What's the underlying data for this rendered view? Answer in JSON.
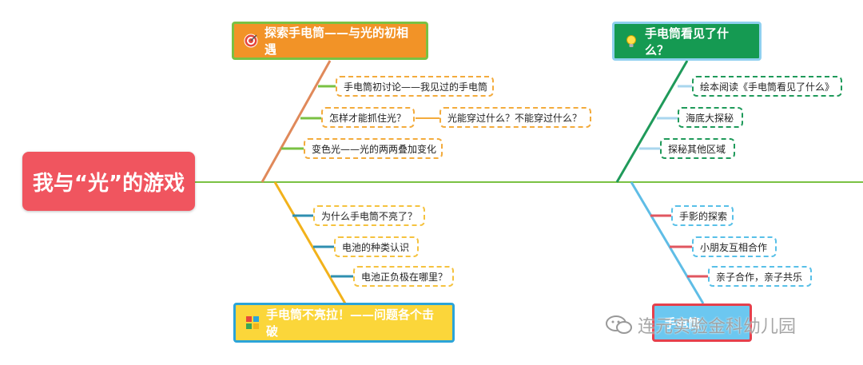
{
  "root": {
    "title": "我与“光”的游戏"
  },
  "topics": {
    "t1": {
      "label": "探索手电筒——与光的初相遇",
      "icon": "target-icon"
    },
    "t2": {
      "label": "手电筒看见了什么？",
      "icon": "bulb-icon"
    },
    "t3": {
      "label": "手电筒不亮拉！——问题各个击破",
      "icon": "grid-icon"
    },
    "t4": {
      "label": "手电筒"
    }
  },
  "branch1": [
    "手电筒初讨论——我见过的手电筒",
    "怎样才能抓住光？",
    "光能穿过什么？不能穿过什么？",
    "变色光——光的两两叠加变化"
  ],
  "branch2": [
    "绘本阅读《手电筒看见了什么》",
    "海底大探秘",
    "探秘其他区域"
  ],
  "branch3": [
    "为什么手电筒不亮了？",
    "电池的种类认识",
    "电池正负极在哪里？"
  ],
  "branch4": [
    "手影的探索",
    "小朋友互相合作",
    "亲子合作，亲子共乐"
  ],
  "watermark": "连元实验金科幼儿园",
  "colors": {
    "spine": "#7ac143",
    "b1": "#e0895a",
    "b2": "#1f9a5a",
    "b3": "#f2b21b",
    "b4": "#5fbde6"
  }
}
